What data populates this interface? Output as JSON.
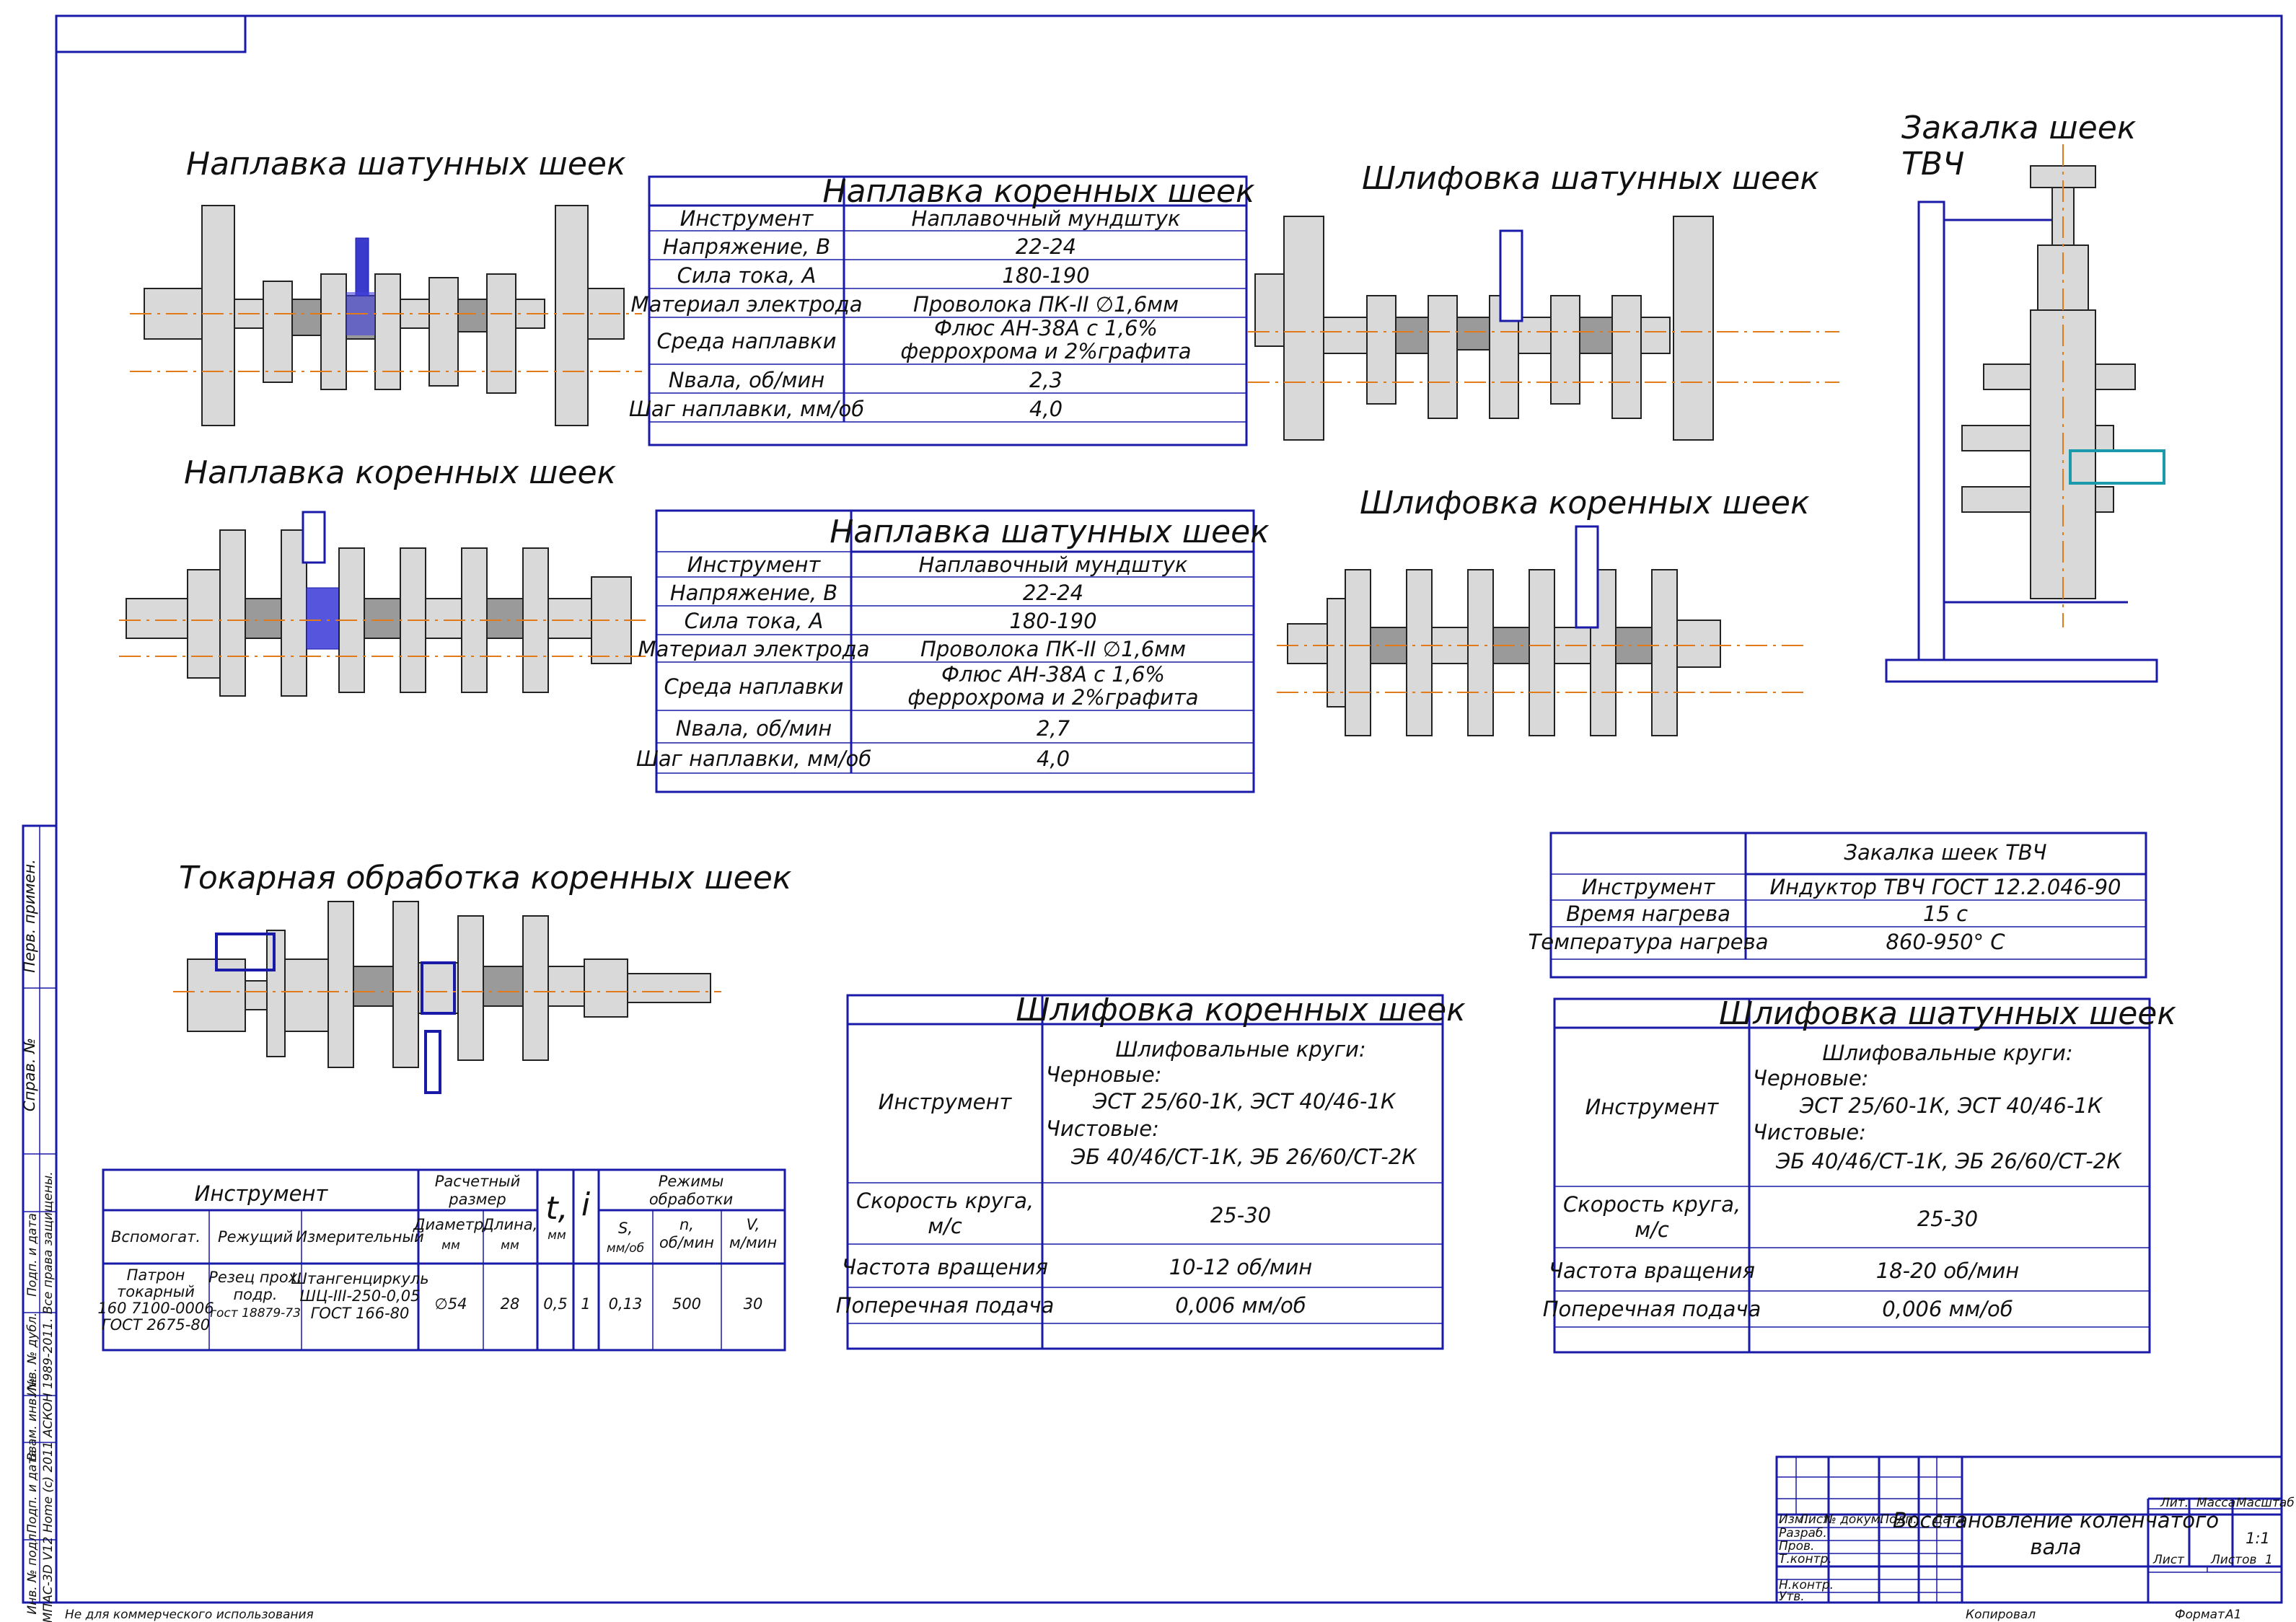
{
  "drawing": {
    "view_titles": {
      "weld_rod": "Наплавка шатунных шеек",
      "weld_main": "Наплавка коренных шеек",
      "grind_rod": "Шлифовка шатунных шеек",
      "grind_main": "Шлифовка коренных шеек",
      "harden_l1": "Закалка шеек",
      "harden_l2": "ТВЧ",
      "turning": "Токарная обработка коренных шеек"
    }
  },
  "weld_main_table": {
    "title": "Наплавка коренных шеек",
    "rows": [
      [
        "Инструмент",
        "Наплавочный мундштук"
      ],
      [
        "Напряжение, В",
        "22-24"
      ],
      [
        "Сила тока, А",
        "180-190"
      ],
      [
        "Материал электрода",
        "Проволока ПК-II ∅1,6мм"
      ],
      [
        "Среда наплавки",
        "Флюс АН-38А с 1,6%",
        "феррохрома и 2%графита"
      ],
      [
        "Nвала, об/мин",
        "2,3"
      ],
      [
        "Шаг наплавки, мм/об",
        "4,0"
      ]
    ]
  },
  "weld_rod_table": {
    "title": "Наплавка шатунных шеек",
    "rows": [
      [
        "Инструмент",
        "Наплавочный мундштук"
      ],
      [
        "Напряжение, В",
        "22-24"
      ],
      [
        "Сила тока, А",
        "180-190"
      ],
      [
        "Материал электрода",
        "Проволока ПК-II ∅1,6мм"
      ],
      [
        "Среда наплавки",
        "Флюс АН-38А с 1,6%",
        "феррохрома и 2%графита"
      ],
      [
        "Nвала, об/мин",
        "2,7"
      ],
      [
        "Шаг наплавки, мм/об",
        "4,0"
      ]
    ]
  },
  "harden_table": {
    "title": "Закалка шеек ТВЧ",
    "rows": [
      [
        "Инструмент",
        "Индуктор ТВЧ ГОСТ 12.2.046-90"
      ],
      [
        "Время нагрева",
        "15 с"
      ],
      [
        "Температура нагрева",
        "860-950° С"
      ]
    ]
  },
  "grind_main_table": {
    "title": "Шлифовка коренных шеек",
    "tool_label": "Инструмент",
    "tool_lines": [
      "Шлифовальные круги:",
      "Черновые:",
      "ЭСТ 25/60-1К,  ЭСТ 40/46-1К",
      "Чистовые:",
      "ЭБ 40/46/СТ-1К, ЭБ 26/60/СТ-2К"
    ],
    "rows": [
      [
        "Скорость круга,",
        "м/с",
        "25-30"
      ],
      [
        "Частота вращения",
        "10-12 об/мин"
      ],
      [
        "Поперечная подача",
        "0,006 мм/об"
      ]
    ]
  },
  "grind_rod_table": {
    "title": "Шлифовка шатунных шеек",
    "tool_label": "Инструмент",
    "tool_lines": [
      "Шлифовальные круги:",
      "Черновые:",
      "ЭСТ 25/60-1К,  ЭСТ 40/46-1К",
      "Чистовые:",
      "ЭБ 40/46/СТ-1К, ЭБ 26/60/СТ-2К"
    ],
    "rows": [
      [
        "Скорость круга,",
        "м/с",
        "25-30"
      ],
      [
        "Частота вращения",
        "18-20 об/мин"
      ],
      [
        "Поперечная подача",
        "0,006 мм/об"
      ]
    ]
  },
  "turning_table": {
    "h_tool": "Инструмент",
    "h_calc_1": "Расчетный",
    "h_calc_2": "размер",
    "h_t": "t,",
    "h_t_unit": "мм",
    "h_i": "i",
    "h_modes_1": "Режимы",
    "h_modes_2": "обработки",
    "sub": {
      "aux": "Вспомогат.",
      "cut": "Режущий",
      "meas": "Измерительный",
      "diam_1": "Диаметр,",
      "diam_2": "мм",
      "len_1": "Длина,",
      "len_2": "мм",
      "s_1": "S,",
      "s_2": "мм/об",
      "n_1": "n,",
      "n_2": "об/мин",
      "v_1": "V,",
      "v_2": "м/мин"
    },
    "values": {
      "aux": [
        "Патрон",
        "токарный",
        "160 7100-0006",
        "ГОСТ 2675-80"
      ],
      "cut": [
        "Резец прох.",
        "подр.",
        "гост 18879-73"
      ],
      "meas": [
        "Штангенциркуль",
        "ШЦ-III-250-0,05",
        "ГОСТ 166-80"
      ],
      "diam": "∅54",
      "len": "28",
      "t": "0,5",
      "i": "1",
      "s": "0,13",
      "n": "500",
      "v": "30"
    }
  },
  "title_block": {
    "name_1": "Восстановление коленчатого",
    "name_2": "вала",
    "lit": "Лит.",
    "mass": "Масса",
    "scale": "Масштаб",
    "scale_val": "1:1",
    "sheet": "Лист",
    "sheets": "Листов",
    "sheets_val": "1",
    "izm": "Изм.",
    "list": "Лист",
    "doc": "№ докум.",
    "sign": "Подп.",
    "date": "Дата",
    "roles": [
      "Разраб.",
      "Пров.",
      "Т.контр.",
      "",
      "Н.контр.",
      "Утв."
    ],
    "copied": "Копировал",
    "format": "Формат",
    "format_val": "А1"
  },
  "side_stamps": {
    "perv": "Перв. примен.",
    "sprav": "Справ. №",
    "podp1": "Подп. и дата",
    "inv_dubl": "Инв. № дубл.",
    "vzam": "Взам. инв. №",
    "podp2": "Подп. и дата",
    "inv_podl": "Инв. № подл.",
    "kompas": "КОМПАС-3D V12 Home (c) 2011 АСКОН 1989-2011. Все права защищены.",
    "note": "Не для коммерческого использования"
  }
}
